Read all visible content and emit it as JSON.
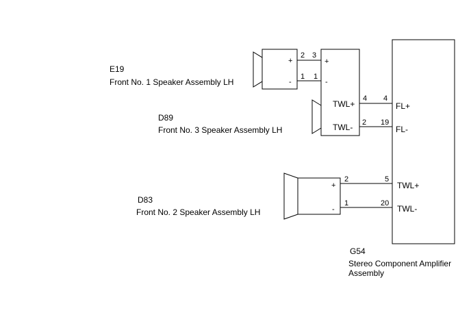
{
  "components": {
    "e19": {
      "code": "E19",
      "name": "Front No. 1 Speaker Assembly LH",
      "plus": "+",
      "minus": "-"
    },
    "d89": {
      "code": "D89",
      "name": "Front No. 3 Speaker Assembly LH",
      "plus": "+",
      "minus": "-",
      "twl_plus": "TWL+",
      "twl_minus": "TWL-"
    },
    "d83": {
      "code": "D83",
      "name": "Front No. 2 Speaker Assembly LH",
      "plus": "+",
      "minus": "-"
    },
    "g54": {
      "code": "G54",
      "name_line1": "Stereo Component Amplifier",
      "name_line2": "Assembly",
      "fl_plus": "FL+",
      "fl_minus": "FL-",
      "twl_plus": "TWL+",
      "twl_minus": "TWL-"
    }
  },
  "pins": {
    "e19_plus": "2",
    "d89_plus": "3",
    "e19_minus": "1",
    "d89_minus": "1",
    "d89_twl_plus": "4",
    "g54_fl_plus": "4",
    "d89_twl_minus": "2",
    "g54_fl_minus": "19",
    "d83_plus": "2",
    "g54_twl_plus": "5",
    "d83_minus": "1",
    "g54_twl_minus": "20"
  }
}
